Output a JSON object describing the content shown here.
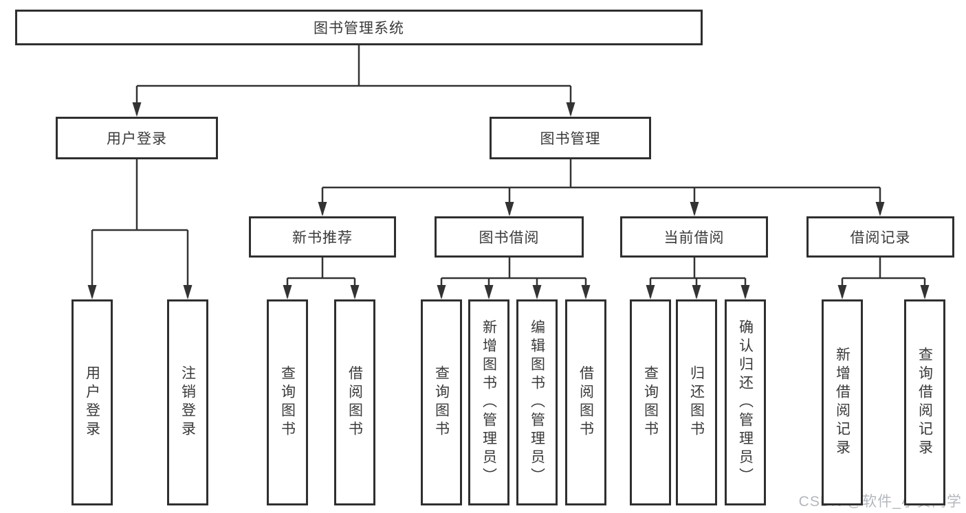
{
  "watermark": "CSDN @软件_小贺同学",
  "colors": {
    "line": "#333333",
    "box_border": "#2f2f2f",
    "text": "#3a3a3a",
    "background": "#ffffff",
    "watermark": "#b3b7bd"
  },
  "tree": {
    "root": {
      "label": "图书管理系统"
    },
    "branches": [
      {
        "label": "用户登录",
        "children": [
          {
            "label": "用户登录"
          },
          {
            "label": "注销登录"
          }
        ]
      },
      {
        "label": "图书管理",
        "children": [
          {
            "label": "新书推荐",
            "children": [
              {
                "label": "查询图书"
              },
              {
                "label": "借阅图书"
              }
            ]
          },
          {
            "label": "图书借阅",
            "children": [
              {
                "label": "查询图书"
              },
              {
                "label": "新增图书（管理员）"
              },
              {
                "label": "编辑图书（管理员）"
              },
              {
                "label": "借阅图书"
              }
            ]
          },
          {
            "label": "当前借阅",
            "children": [
              {
                "label": "查询图书"
              },
              {
                "label": "归还图书"
              },
              {
                "label": "确认归还（管理员）"
              }
            ]
          },
          {
            "label": "借阅记录",
            "children": [
              {
                "label": "新增借阅记录"
              },
              {
                "label": "查询借阅记录"
              }
            ]
          }
        ]
      }
    ]
  }
}
